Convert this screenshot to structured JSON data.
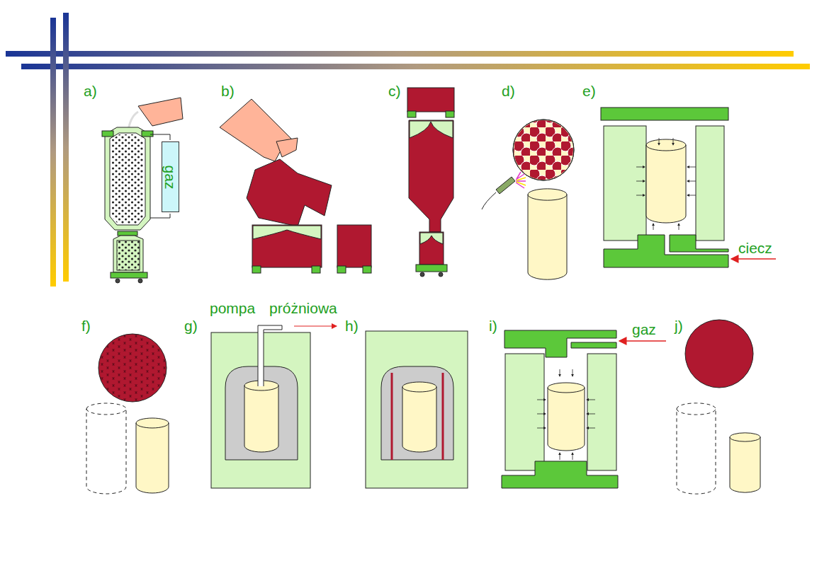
{
  "diagram": {
    "nodes": [
      {
        "text": [
          "gaz"
        ]
      }
    ],
    "labels": [
      "a)",
      "b)",
      "c)",
      "d)",
      "e)",
      "ciecz",
      "f)",
      "g)",
      "pompa próżniowa",
      "h)",
      "i)",
      "gaz",
      "j)"
    ]
  }
}
